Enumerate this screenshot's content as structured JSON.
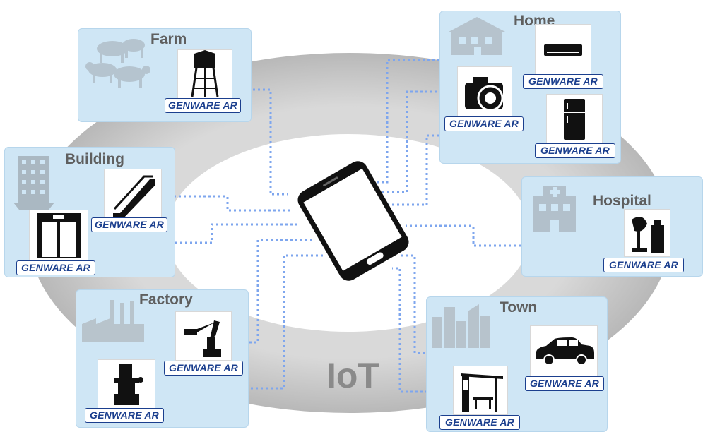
{
  "center_label": "IoT",
  "brand": "GENWARE AR",
  "groups": {
    "farm": "Farm",
    "home": "Home",
    "building": "Building",
    "hospital": "Hospital",
    "factory": "Factory",
    "town": "Town"
  },
  "colors": {
    "panel": "#cfe6f5",
    "ring": "#c8c8c8",
    "connector": "#7ea6ee",
    "badge": "#1b3f8e"
  },
  "icons": {
    "center": "smartphone-icon",
    "farm": [
      "cattle-icon",
      "water-tower-icon"
    ],
    "home": [
      "house-icon",
      "air-conditioner-icon",
      "camera-icon",
      "refrigerator-icon"
    ],
    "building": [
      "office-building-icon",
      "escalator-icon",
      "elevator-icon"
    ],
    "hospital": [
      "hospital-icon",
      "medical-device-icon"
    ],
    "factory": [
      "factory-icon",
      "robot-arm-icon",
      "machine-tool-icon"
    ],
    "town": [
      "city-skyline-icon",
      "car-icon",
      "bus-stop-icon"
    ]
  }
}
